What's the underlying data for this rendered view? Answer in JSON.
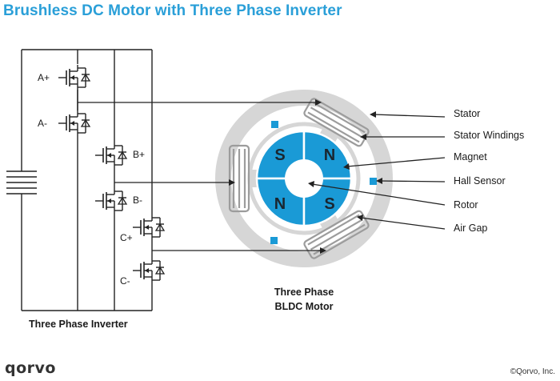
{
  "title": "Brushless DC Motor with Three Phase Inverter",
  "switch_labels": [
    "A+",
    "A-",
    "B+",
    "B-",
    "C+",
    "C-"
  ],
  "inverter_caption": "Three Phase Inverter",
  "motor_caption_line1": "Three Phase",
  "motor_caption_line2": "BLDC Motor",
  "callouts": [
    "Stator",
    "Stator Windings",
    "Magnet",
    "Hall Sensor",
    "Rotor",
    "Air Gap"
  ],
  "poles": [
    "S",
    "N",
    "N",
    "S"
  ],
  "logo": "qorvo",
  "copyright": "©Qorvo, Inc.",
  "colors": {
    "title": "#2a9fd8",
    "magnet": "#1a9ad6",
    "stator": "#d6d6d6",
    "hall_sensor": "#1a9ad6",
    "winding": "#a8a8a8"
  }
}
